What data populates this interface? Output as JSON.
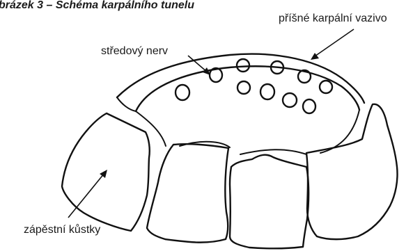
{
  "figure": {
    "title": "brázek 3 – Schéma karpálního tunelu"
  },
  "labels": {
    "ligament": "příšné karpální vazivo",
    "nerve": "středový nerv",
    "bones": "zápěstní kůstky"
  }
}
